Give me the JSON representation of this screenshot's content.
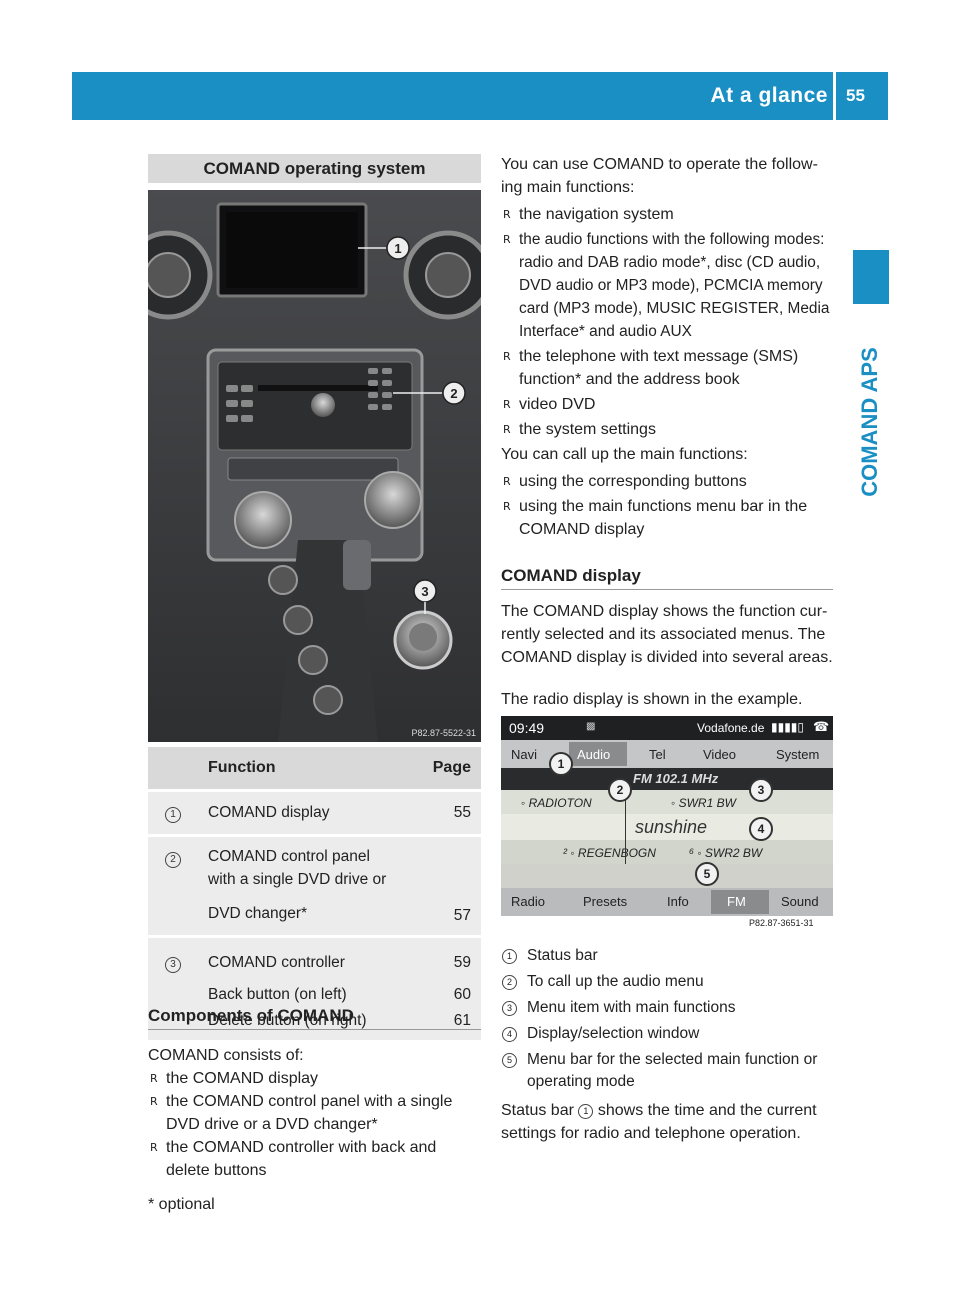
{
  "header": {
    "title": "At a glance",
    "page": "55",
    "side_label": "COMAND APS"
  },
  "left": {
    "section_title": "COMAND operating system",
    "photo": {
      "code": "P82.87-5522-31",
      "callouts": [
        "1",
        "2",
        "3"
      ]
    },
    "table": {
      "col_function": "Function",
      "col_page": "Page",
      "rows": [
        {
          "num": "1",
          "lines": [
            "COMAND display"
          ],
          "page": "55"
        },
        {
          "num": "2",
          "lines": [
            "COMAND control panel",
            "with a single DVD drive or",
            "DVD changer*"
          ],
          "page": "57"
        },
        {
          "num": "3",
          "lines": [
            "COMAND controller"
          ],
          "page": "59"
        },
        {
          "num": "",
          "lines": [
            "Back button (on left)"
          ],
          "page": "60"
        },
        {
          "num": "",
          "lines": [
            "Delete button (on right)"
          ],
          "page": "61"
        }
      ]
    },
    "components_title": "Components of COMAND",
    "components_intro": "COMAND consists of:",
    "components": [
      "the COMAND display",
      "the COMAND control panel with a single DVD drive or a DVD changer*",
      "the COMAND controller with back and delete buttons"
    ],
    "footnote": "* optional"
  },
  "right": {
    "intro": "You can use COMAND to operate the follow-ing main functions:",
    "functions": [
      "the navigation system",
      "the audio functions with the following modes: radio and DAB radio mode*, disc (CD audio, DVD audio or MP3 mode), PCMCIA memory card (MP3 mode), MUSIC REGISTER, Media Interface* and audio AUX",
      "the telephone with text message (SMS) function* and the address book",
      "video DVD",
      "the system settings"
    ],
    "call_intro": "You can call up the main functions:",
    "call_methods": [
      "using the corresponding buttons",
      "using the main functions menu bar in the COMAND display"
    ],
    "display_title": "COMAND display",
    "display_para": "The COMAND display shows the function cur-rently selected and its associated menus. The COMAND display is divided into several areas.",
    "radio_intro": "The radio display is shown in the example.",
    "radio_screen": {
      "time": "09:49",
      "operator": "Vodafone.de",
      "tabs": [
        "Navi",
        "Audio",
        "Tel",
        "Video",
        "System"
      ],
      "frequency": "FM 102.1 MHz",
      "station_1": "RADIOTON",
      "station_5": "SWR1 BW",
      "current": "sunshine",
      "station_2": "REGENBOGN",
      "station_6": "SWR2 BW",
      "bottom_menu": [
        "Radio",
        "Presets",
        "Info",
        "FM",
        "Sound"
      ],
      "code": "P82.87-3651-31",
      "callouts": [
        "1",
        "2",
        "3",
        "4",
        "5"
      ]
    },
    "legend": [
      {
        "num": "1",
        "text": "Status bar"
      },
      {
        "num": "2",
        "text": "To call up the audio menu"
      },
      {
        "num": "3",
        "text": "Menu item with main functions"
      },
      {
        "num": "4",
        "text": "Display/selection window"
      },
      {
        "num": "5",
        "text": "Menu bar for the selected main function or operating mode"
      }
    ],
    "status_para_a": "Status bar",
    "status_para_num": "1",
    "status_para_b": "shows the time and the current settings for radio and telephone operation."
  },
  "colors": {
    "accent": "#1a8fc4",
    "section_bg": "#d9d9d9",
    "row_bg": "#ececec"
  }
}
